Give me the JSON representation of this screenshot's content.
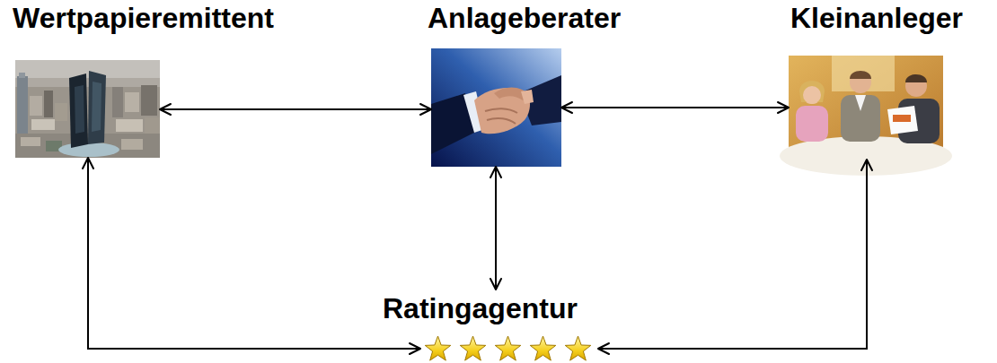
{
  "diagram": {
    "nodes": [
      {
        "text": [
          "Wertpapieremittent"
        ]
      },
      {
        "text": [
          "Anlageberater"
        ]
      },
      {
        "text": [
          "Kleinanleger"
        ]
      },
      {
        "text": [
          "Ratingagentur"
        ]
      }
    ],
    "edges": [
      {
        "from": 0,
        "to": 1,
        "arrow": "both"
      },
      {
        "from": 1,
        "to": 2,
        "arrow": "both"
      },
      {
        "from": 1,
        "to": 3,
        "arrow": "both"
      },
      {
        "from": 0,
        "to": 3,
        "arrow": "both"
      },
      {
        "from": 2,
        "to": 3,
        "arrow": "both"
      }
    ]
  }
}
